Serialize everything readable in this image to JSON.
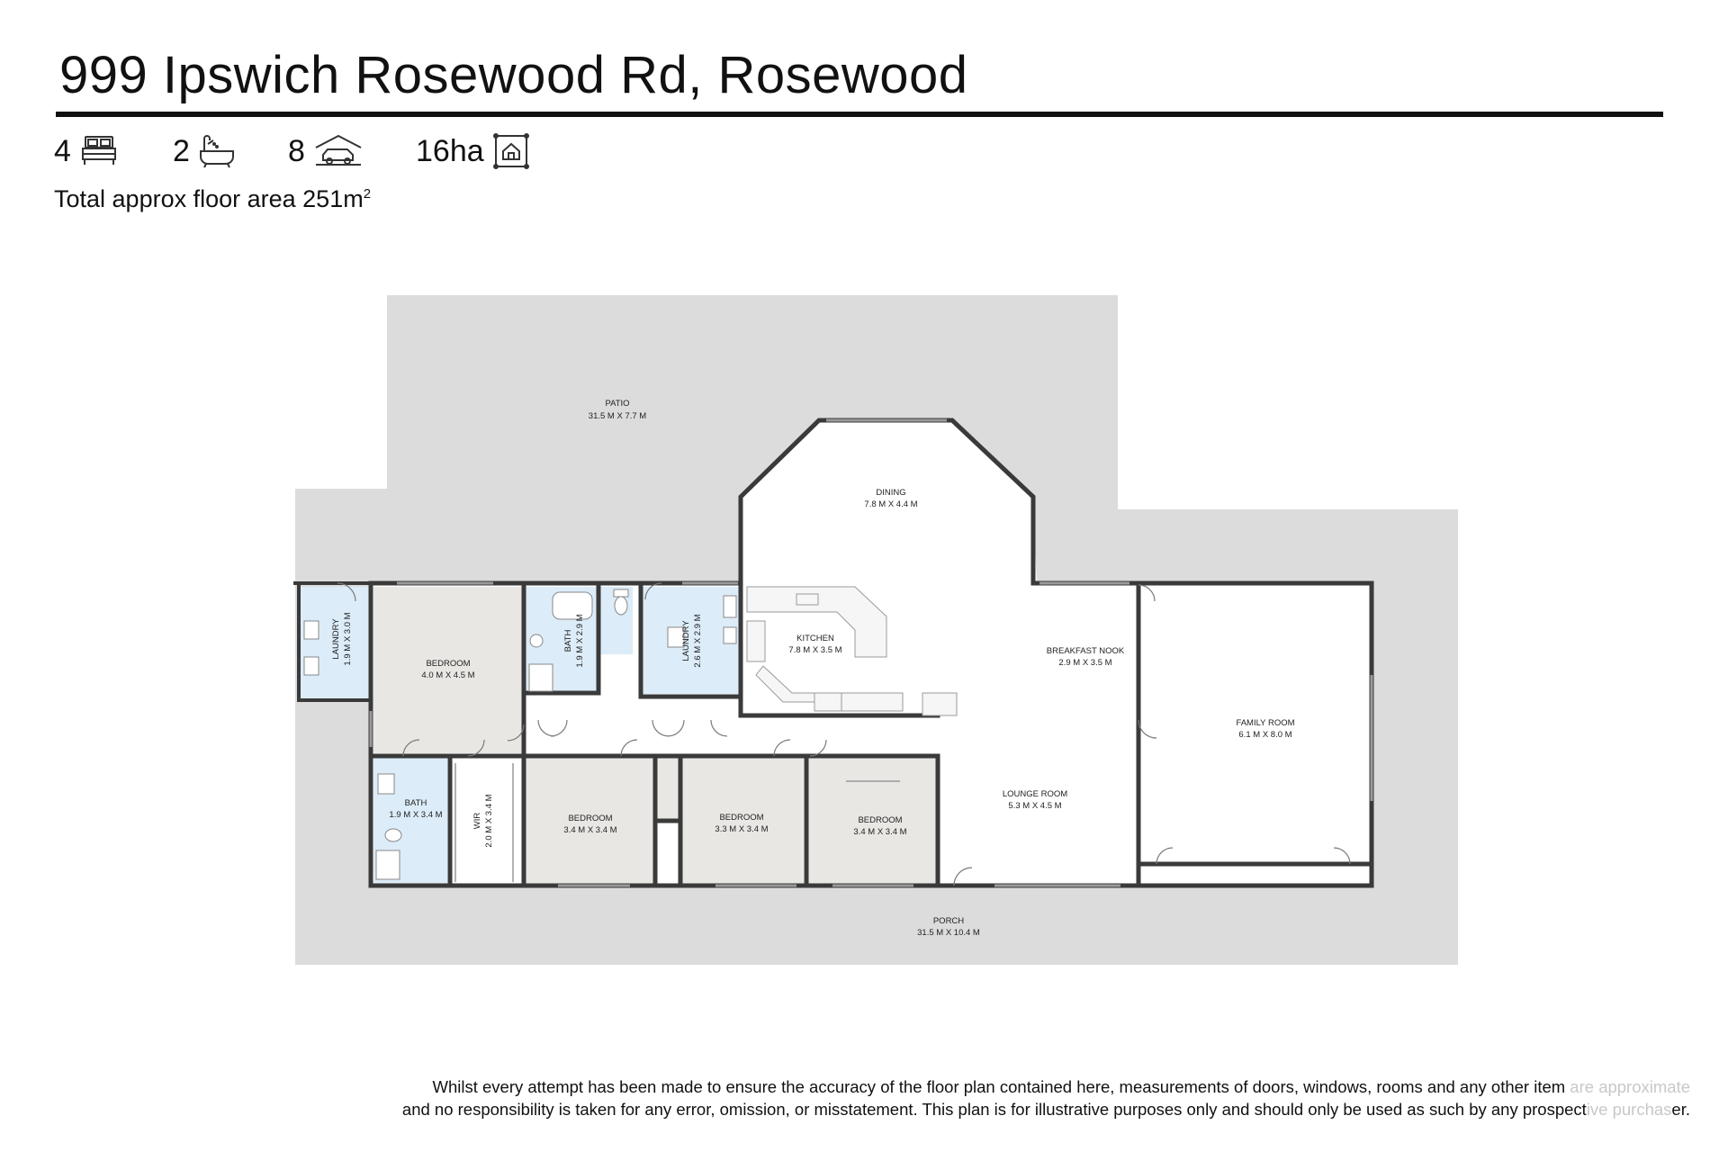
{
  "header": {
    "address": "999 Ipswich Rosewood Rd, Rosewood"
  },
  "stats": {
    "bedrooms": {
      "value": "4",
      "icon": "bed-icon"
    },
    "bathrooms": {
      "value": "2",
      "icon": "bathtub-icon"
    },
    "car_spaces": {
      "value": "8",
      "icon": "car-garage-icon"
    },
    "land": {
      "value": "16ha",
      "icon": "land-house-icon"
    }
  },
  "floor_area": {
    "label": "Total approx floor area 251m",
    "superscript": "2"
  },
  "rooms": {
    "patio": {
      "name": "PATIO",
      "dims": "31.5 M X 7.7 M"
    },
    "dining": {
      "name": "DINING",
      "dims": "7.8 M X 4.4 M"
    },
    "laundry1": {
      "name": "LAUNDRY",
      "dims": "1.9 M X 3.0 M"
    },
    "bedroom1": {
      "name": "BEDROOM",
      "dims": "4.0 M X 4.5 M"
    },
    "bath1": {
      "name": "BATH",
      "dims": "1.9 M X 2.9 M"
    },
    "laundry2": {
      "name": "LAUNDRY",
      "dims": "2.6 M X 2.9 M"
    },
    "kitchen": {
      "name": "KITCHEN",
      "dims": "7.8 M X 3.5 M"
    },
    "breakfast": {
      "name": "BREAKFAST NOOK",
      "dims": "2.9 M X 3.5 M"
    },
    "family": {
      "name": "FAMILY ROOM",
      "dims": "6.1 M X 8.0 M"
    },
    "bath2": {
      "name": "BATH",
      "dims": "1.9 M X 3.4 M"
    },
    "wir": {
      "name": "WIR",
      "dims": "2.0 M X 3.4 M"
    },
    "bedroom2": {
      "name": "BEDROOM",
      "dims": "3.4 M X 3.4 M"
    },
    "bedroom3": {
      "name": "BEDROOM",
      "dims": "3.3 M X 3.4 M"
    },
    "bedroom4": {
      "name": "BEDROOM",
      "dims": "3.4 M X 3.4 M"
    },
    "lounge": {
      "name": "LOUNGE ROOM",
      "dims": "5.3 M X 4.5 M"
    },
    "porch": {
      "name": "PORCH",
      "dims": "31.5 M X 10.4 M"
    }
  },
  "disclaimer": {
    "line1": "Whilst every attempt has been made to ensure the accuracy of the floor plan contained here, measurements of doors, windows, rooms and any other item",
    "line1_fade": " are approximate",
    "line2": "and no responsibility is taken for any error, omission, or misstatement. This plan is for illustrative purposes only and should only be used as such by any prospect",
    "line2_fade": "ive purchas",
    "line2_end": "er."
  },
  "colors": {
    "outdoor": "#dcdcdc",
    "carpet": "#e9e7e4",
    "wet": "#dcecf8",
    "wall": "#3a3a3a"
  }
}
